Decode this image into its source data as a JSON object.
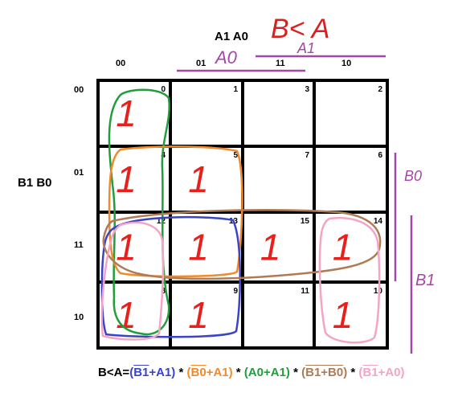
{
  "title_vars": "A1 A0",
  "row_vars": "B1 B0",
  "handwritten": {
    "heading": "B< A",
    "a0": "A0",
    "a1": "A1",
    "b0": "B0",
    "b1": "B1"
  },
  "col_headers": [
    "00",
    "01",
    "11",
    "10"
  ],
  "row_headers": [
    "00",
    "01",
    "11",
    "10"
  ],
  "cells": [
    [
      "0",
      "1",
      "3",
      "2"
    ],
    [
      "4",
      "5",
      "7",
      "6"
    ],
    [
      "12",
      "13",
      "15",
      "14"
    ],
    [
      "8",
      "9",
      "11",
      "10"
    ]
  ],
  "ones": [
    [
      0,
      0
    ],
    [
      1,
      0
    ],
    [
      1,
      1
    ],
    [
      2,
      0
    ],
    [
      2,
      1
    ],
    [
      2,
      2
    ],
    [
      2,
      3
    ],
    [
      3,
      0
    ],
    [
      3,
      1
    ],
    [
      3,
      3
    ]
  ],
  "one_symbol": "1",
  "colors": {
    "one": "#e8201c",
    "purple": "#a447a4",
    "blue": "#3b44c8",
    "orange": "#f08a2a",
    "green": "#1f9e3a",
    "brown": "#b07a55",
    "pink": "#f4a4c4",
    "red": "#d91f1f"
  },
  "formula": {
    "prefix": "B<A=",
    "terms": [
      {
        "text_open": "(",
        "ov": "B1",
        "rest": "+A1)",
        "color": "#3b44c8"
      },
      {
        "text_open": "(",
        "ov": "B0",
        "rest": "+A1)",
        "color": "#f08a2a"
      },
      {
        "text_open": "(A0+A1)",
        "ov": "",
        "rest": "",
        "color": "#1f9e3a"
      },
      {
        "text_open": "(",
        "ov": "B1+B0",
        "rest": ")",
        "color": "#b07a55"
      },
      {
        "text_open": "(",
        "ov": "B1",
        "rest": "+A0)",
        "color": "#f4a4c4"
      }
    ],
    "sep": "*"
  }
}
